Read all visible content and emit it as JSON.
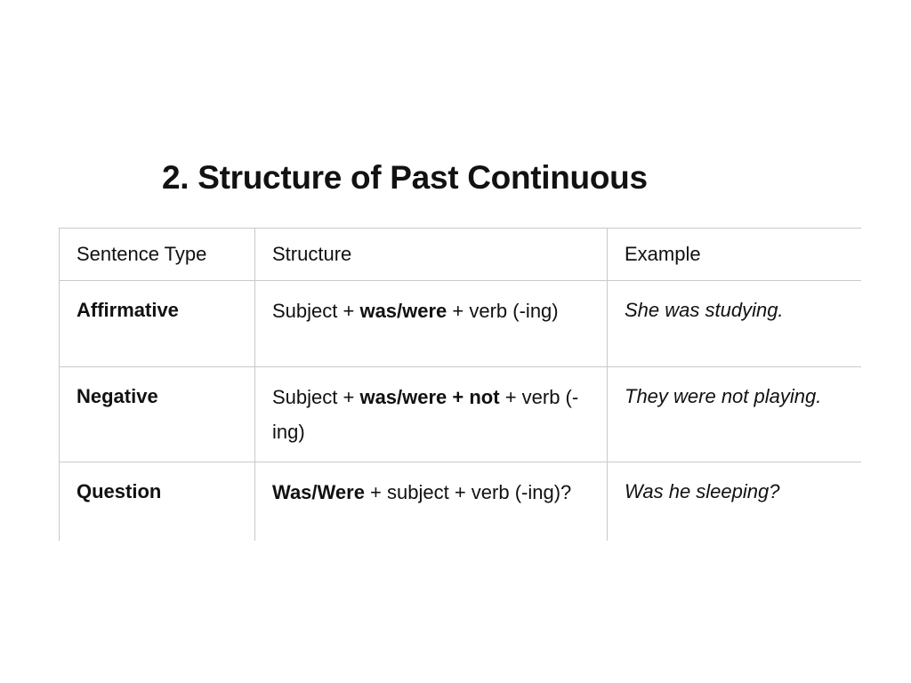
{
  "slide": {
    "title": "2. Structure of Past Continuous",
    "background_color": "#ffffff",
    "text_color": "#111111",
    "border_color": "#c9c9c9"
  },
  "table": {
    "columns": [
      "Sentence Type",
      "Structure",
      "Example"
    ],
    "rows": [
      {
        "type": "Affirmative",
        "structure_parts": [
          {
            "text": "Subject + ",
            "bold": false
          },
          {
            "text": "was/were",
            "bold": true
          },
          {
            "text": " + verb (-ing)",
            "bold": false
          }
        ],
        "structure_plain": "Subject + was/were + verb (-ing)",
        "example": "She was studying."
      },
      {
        "type": "Negative",
        "structure_parts": [
          {
            "text": "Subject + ",
            "bold": false
          },
          {
            "text": "was/were + not",
            "bold": true
          },
          {
            "text": " + verb (-ing)",
            "bold": false
          }
        ],
        "structure_plain": "Subject + was/were + not + verb (-ing)",
        "example": "They were not playing."
      },
      {
        "type": "Question",
        "structure_parts": [
          {
            "text": "Was/Were",
            "bold": true
          },
          {
            "text": " + subject + verb (-ing)?",
            "bold": false
          }
        ],
        "structure_plain": "Was/Were + subject + verb (-ing)?",
        "example": "Was he sleeping?"
      }
    ]
  }
}
